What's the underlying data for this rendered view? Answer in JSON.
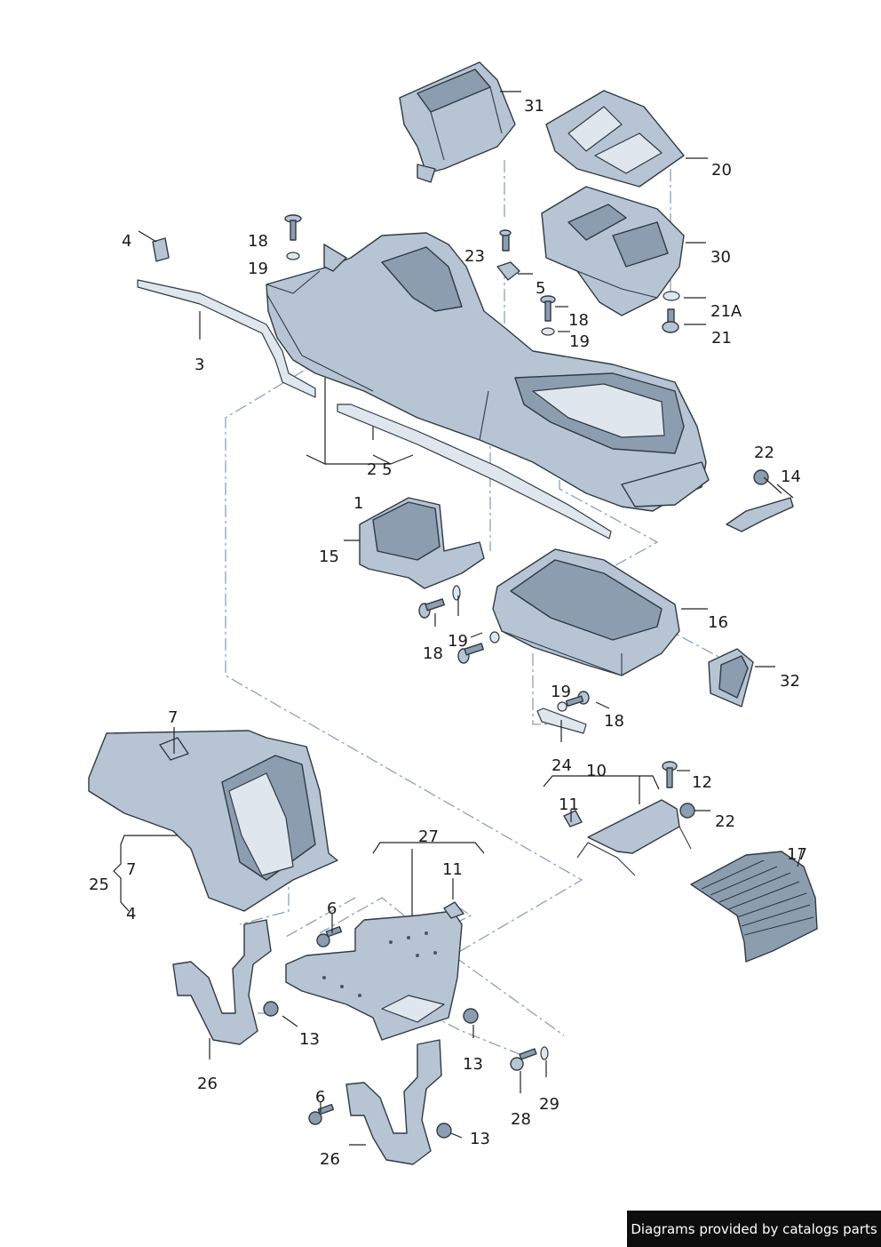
{
  "labels": {
    "l1": "1",
    "l2_5": "2 5",
    "l3": "3",
    "l4a": "4",
    "l4b": "4",
    "l5": "5",
    "l6a": "6",
    "l6b": "6",
    "l7a": "7",
    "l7b": "7",
    "l10": "10",
    "l11a": "11",
    "l11b": "11",
    "l12": "12",
    "l13a": "13",
    "l13b": "13",
    "l13c": "13",
    "l14": "14",
    "l15": "15",
    "l16": "16",
    "l17": "17",
    "l18a": "18",
    "l18b": "18",
    "l18c": "18",
    "l18d": "18",
    "l19a": "19",
    "l19b": "19",
    "l19c": "19",
    "l19d": "19",
    "l20": "20",
    "l21": "21",
    "l21a": "21A",
    "l22a": "22",
    "l22b": "22",
    "l23": "23",
    "l24": "24",
    "l25": "25",
    "l26a": "26",
    "l26b": "26",
    "l27": "27",
    "l28": "28",
    "l29": "29",
    "l30": "30",
    "l31": "31",
    "l32": "32"
  },
  "watermark": "Diagrams provided by catalogs parts",
  "colors": {
    "part_fill": "#b7c4d3",
    "part_dark": "#8d9db0",
    "outline": "#2f3a44",
    "dash_line": "#8aa2b8"
  }
}
